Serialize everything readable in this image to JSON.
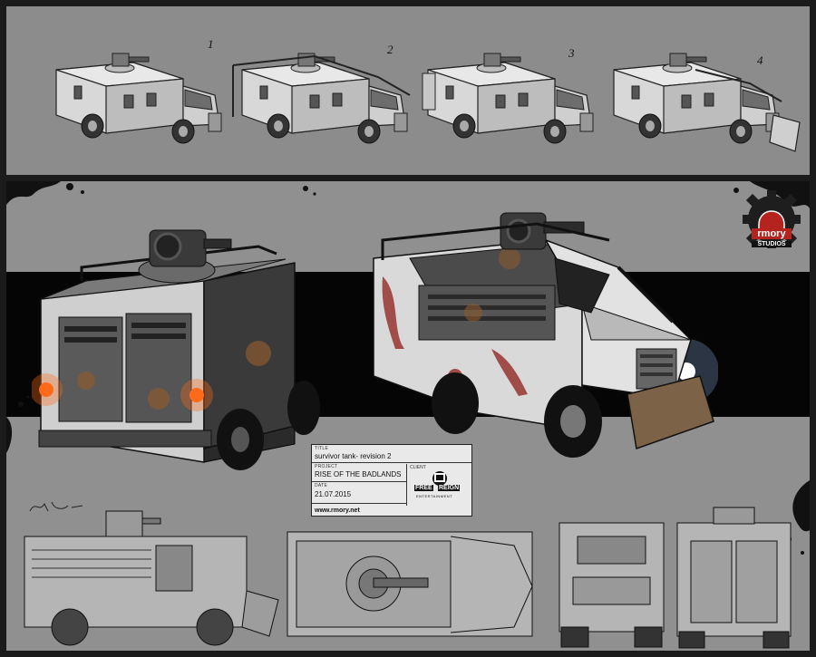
{
  "top_panel": {
    "variant_numbers": [
      "1",
      "2",
      "3",
      "4"
    ]
  },
  "studio_logo": {
    "name": "rmory",
    "subtitle": "STUDIOS"
  },
  "title_block": {
    "title_label": "TITLE",
    "title_value": "survivor tank- revision 2",
    "project_label": "PROJECT",
    "project_value": "RISE OF THE BADLANDS",
    "date_label": "DATE",
    "date_value": "21.07.2015",
    "client_label": "CLIENT",
    "client_logo_top": "FREE",
    "client_logo_bottom": "REIGN",
    "client_logo_sub": "ENTERTAINMENT",
    "website": "www.rmory.net"
  },
  "colors": {
    "background": "#1b1b1b",
    "panel": "#909090",
    "band": "#050505",
    "logo_red": "#b4231e"
  },
  "icons": [
    "gear-icon",
    "helmet-icon",
    "fist-icon"
  ]
}
